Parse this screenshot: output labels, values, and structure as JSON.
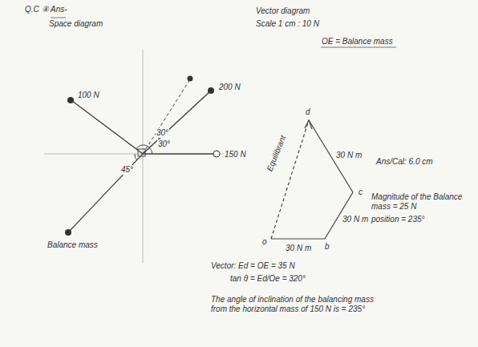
{
  "diagram": {
    "labels": [
      "Q.C ④ Ans-",
      "Space diagram",
      "Vector diagram",
      "Scale 1 cm : 10 N",
      "OE = Balance mass",
      "100 N",
      "200 N",
      "150 N",
      "Balance mass",
      "30°",
      "30°",
      "45°",
      "d",
      "c",
      "o",
      "b",
      "30 N m",
      "30 N m",
      "30 N m",
      "Equilibrant",
      "Ans/Cal: 6.0 cm",
      "Magnitude of the Balance mass = 25 N",
      "position = 235°",
      "Vector: Ed = OE = 35 N",
      "tan θ = Ed/Oe = 320°",
      "The angle of inclination of the balancing mass from the horizontal mass of 150 N is = 235°"
    ]
  }
}
